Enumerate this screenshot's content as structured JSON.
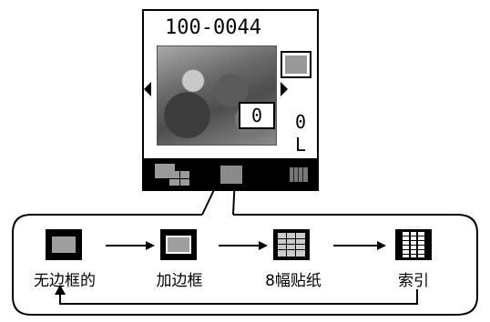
{
  "screen": {
    "image_number": "100-0044",
    "copies": "0",
    "remaining": "0",
    "quality": "L",
    "tabs": [
      {
        "icon": "multi-layout-icon"
      },
      {
        "icon": "single-layout-icon"
      },
      {
        "icon": "index-layout-icon"
      }
    ],
    "size_icon": "paper-size-icon"
  },
  "modes": {
    "borderless": {
      "label": "无边框的",
      "icon": "borderless-icon"
    },
    "bordered": {
      "label": "加边框",
      "icon": "bordered-icon"
    },
    "eight_up": {
      "label": "8幅贴纸",
      "icon": "eight-up-icon"
    },
    "index": {
      "label": "索引",
      "icon": "index-icon"
    }
  },
  "colors": {
    "screen_bg": "#ffffff",
    "bar_bg": "#000000",
    "icon_gray": "#9e9e9e"
  }
}
